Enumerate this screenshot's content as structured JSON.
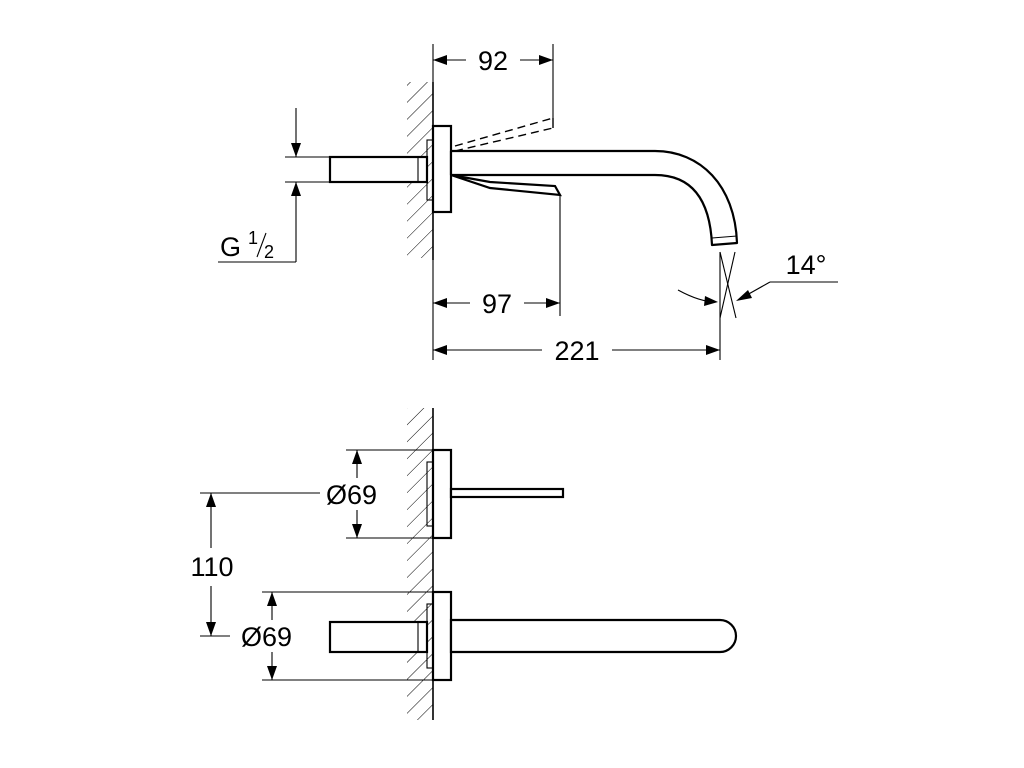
{
  "side_view": {
    "dim_92": "92",
    "dim_97": "97",
    "dim_221": "221",
    "dim_angle": "14°",
    "thread_g": "G",
    "thread_num": "1",
    "thread_den": "2"
  },
  "top_view": {
    "dia_upper": "Ø69",
    "dia_lower": "Ø69",
    "dim_110": "110"
  }
}
